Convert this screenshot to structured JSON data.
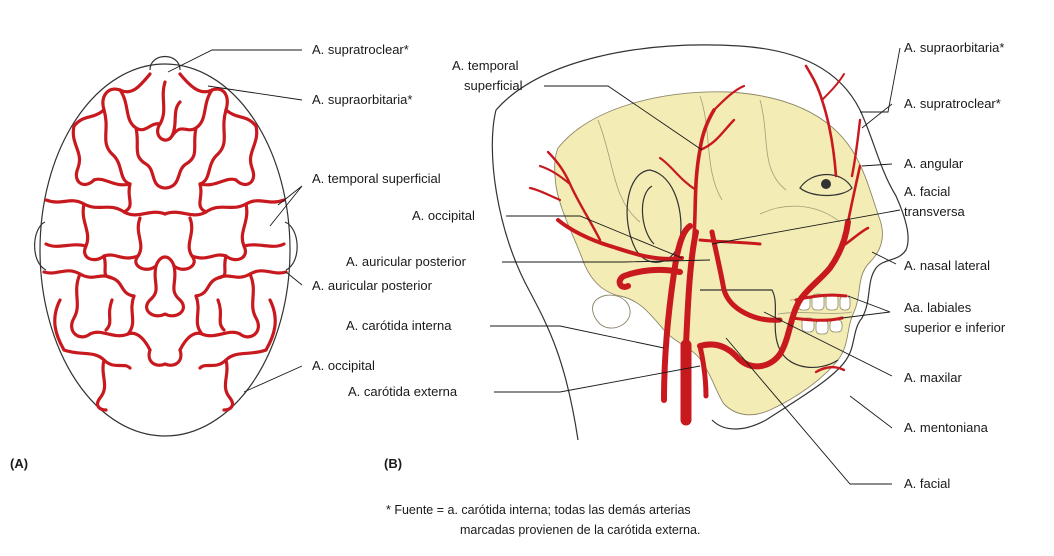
{
  "panels": {
    "a": "(A)",
    "b": "(B)"
  },
  "labels_a": {
    "supratroclear": "A. supratroclear*",
    "supraorbitaria": "A. supraorbitaria*",
    "temporal_superficial": "A. temporal superficial",
    "auricular_posterior": "A. auricular posterior",
    "occipital": "A. occipital"
  },
  "labels_b": {
    "temporal_superficial_1": "A. temporal",
    "temporal_superficial_2": "superficial",
    "occipital": "A. occipital",
    "auricular_posterior": "A. auricular posterior",
    "carotida_interna": "A. carótida interna",
    "carotida_externa": "A. carótida externa",
    "supraorbitaria": "A. supraorbitaria*",
    "supratroclear": "A. supratroclear*",
    "angular": "A. angular",
    "facial_transversa_1": "A. facial",
    "facial_transversa_2": "transversa",
    "nasal_lateral": "A. nasal lateral",
    "labiales_1": "Aa. labiales",
    "labiales_2": "superior e inferior",
    "maxilar": "A. maxilar",
    "mentoniana": "A. mentoniana",
    "facial": "A. facial"
  },
  "footnote": {
    "line1": "* Fuente = a. carótida interna; todas las demás arterias",
    "line2": "marcadas provienen de la carótida externa."
  },
  "colors": {
    "artery": "#c8191f",
    "bone": "#f3ecb4",
    "text": "#1a1a1a"
  }
}
